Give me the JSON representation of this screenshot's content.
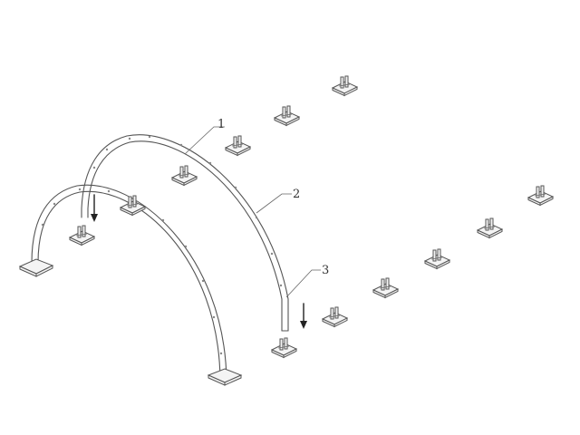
{
  "callouts": [
    {
      "id": "callout-1",
      "label": "1"
    },
    {
      "id": "callout-2",
      "label": "2"
    },
    {
      "id": "callout-3",
      "label": "3"
    }
  ],
  "colors": {
    "line": "#555555",
    "plate": "#f4f4f4",
    "background": "#ffffff"
  },
  "icons": [
    "down-arrow-icon"
  ]
}
